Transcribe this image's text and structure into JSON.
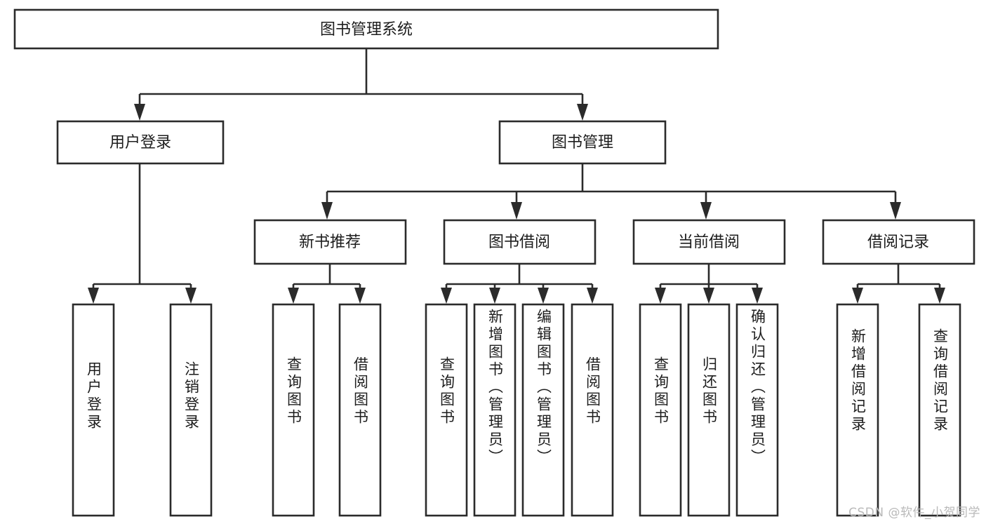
{
  "diagram": {
    "type": "tree",
    "title": "图书管理系统",
    "watermark": "CSDN @软件_小贺同学",
    "colors": {
      "box_stroke": "#2b2b2b",
      "box_fill": "#ffffff",
      "text": "#1d1d1d",
      "background": "#ffffff",
      "watermark": "#b9b9b9"
    },
    "levels": {
      "root": "图书管理系统",
      "level2": [
        "用户登录",
        "图书管理"
      ],
      "level3": [
        "新书推荐",
        "图书借阅",
        "当前借阅",
        "借阅记录"
      ]
    },
    "nodes": {
      "root": {
        "label": "图书管理系统",
        "orientation": "horizontal"
      },
      "user_login": {
        "label": "用户登录",
        "orientation": "horizontal"
      },
      "book_manage": {
        "label": "图书管理",
        "orientation": "horizontal"
      },
      "new_book_rec": {
        "label": "新书推荐",
        "orientation": "horizontal"
      },
      "book_borrow": {
        "label": "图书借阅",
        "orientation": "horizontal"
      },
      "current_borrow": {
        "label": "当前借阅",
        "orientation": "horizontal"
      },
      "borrow_record": {
        "label": "借阅记录",
        "orientation": "horizontal"
      },
      "leaf_user_login": {
        "label": "用户登录",
        "orientation": "vertical"
      },
      "leaf_logout": {
        "label": "注销登录",
        "orientation": "vertical"
      },
      "leaf_query_book_1": {
        "label": "查询图书",
        "orientation": "vertical"
      },
      "leaf_borrow_book_1": {
        "label": "借阅图书",
        "orientation": "vertical"
      },
      "leaf_query_book_2": {
        "label": "查询图书",
        "orientation": "vertical"
      },
      "leaf_add_book": {
        "label": "新增图书（管理员）",
        "orientation": "vertical"
      },
      "leaf_edit_book": {
        "label": "编辑图书（管理员）",
        "orientation": "vertical"
      },
      "leaf_borrow_book_2": {
        "label": "借阅图书",
        "orientation": "vertical"
      },
      "leaf_query_book_3": {
        "label": "查询图书",
        "orientation": "vertical"
      },
      "leaf_return_book": {
        "label": "归还图书",
        "orientation": "vertical"
      },
      "leaf_confirm_return": {
        "label": "确认归还（管理员）",
        "orientation": "vertical"
      },
      "leaf_add_record": {
        "label": "新增借阅记录",
        "orientation": "vertical"
      },
      "leaf_query_record": {
        "label": "查询借阅记录",
        "orientation": "vertical"
      }
    },
    "edges": [
      {
        "from": "图书管理系统",
        "to": "用户登录"
      },
      {
        "from": "图书管理系统",
        "to": "图书管理"
      },
      {
        "from": "用户登录",
        "to": "用户登录"
      },
      {
        "from": "用户登录",
        "to": "注销登录"
      },
      {
        "from": "图书管理",
        "to": "新书推荐"
      },
      {
        "from": "图书管理",
        "to": "图书借阅"
      },
      {
        "from": "图书管理",
        "to": "当前借阅"
      },
      {
        "from": "图书管理",
        "to": "借阅记录"
      },
      {
        "from": "新书推荐",
        "to": "查询图书"
      },
      {
        "from": "新书推荐",
        "to": "借阅图书"
      },
      {
        "from": "图书借阅",
        "to": "查询图书"
      },
      {
        "from": "图书借阅",
        "to": "新增图书（管理员）"
      },
      {
        "from": "图书借阅",
        "to": "编辑图书（管理员）"
      },
      {
        "from": "图书借阅",
        "to": "借阅图书"
      },
      {
        "from": "当前借阅",
        "to": "查询图书"
      },
      {
        "from": "当前借阅",
        "to": "归还图书"
      },
      {
        "from": "当前借阅",
        "to": "确认归还（管理员）"
      },
      {
        "from": "借阅记录",
        "to": "新增借阅记录"
      },
      {
        "from": "借阅记录",
        "to": "查询借阅记录"
      }
    ]
  }
}
